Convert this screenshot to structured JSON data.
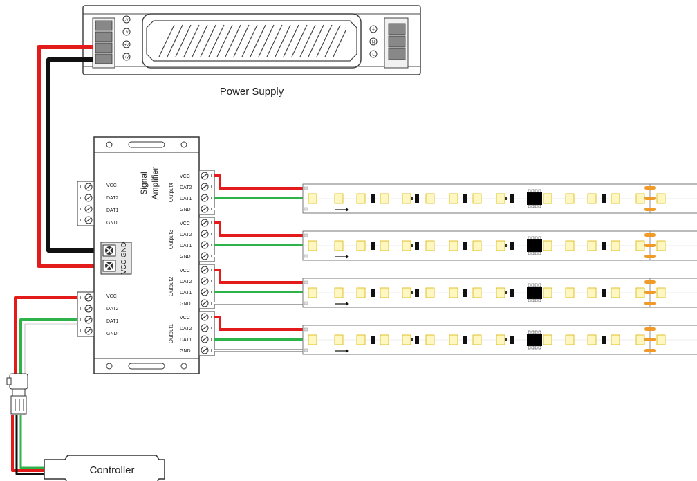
{
  "power_supply": {
    "label": "Power Supply",
    "left_terminals": [
      "-V",
      "-V",
      "+V",
      "+V"
    ],
    "right_terminals": [
      "⏚",
      "N",
      "L"
    ]
  },
  "amplifier": {
    "title_line1": "Signal",
    "title_line2": "Amplifier",
    "power_label": "VCC GND",
    "aux_pins": [
      "VCC",
      "DAT2",
      "DAT1",
      "GND"
    ],
    "input_pins": [
      "VCC",
      "DAT2",
      "DAT1",
      "GND"
    ],
    "outputs": [
      {
        "name": "Output4",
        "pins": [
          "VCC",
          "DAT2",
          "DAT1",
          "GND"
        ]
      },
      {
        "name": "Output3",
        "pins": [
          "VCC",
          "DAT2",
          "DAT1",
          "GND"
        ]
      },
      {
        "name": "Output2",
        "pins": [
          "VCC",
          "DAT2",
          "DAT1",
          "GND"
        ]
      },
      {
        "name": "Output1",
        "pins": [
          "VCC",
          "DAT2",
          "DAT1",
          "GND"
        ]
      }
    ]
  },
  "controller": {
    "label": "Controller"
  },
  "wire_colors": {
    "vcc": "#e31b1b",
    "gnd": "#111111",
    "data": "#2db34a",
    "data_white": "#ffffff"
  }
}
